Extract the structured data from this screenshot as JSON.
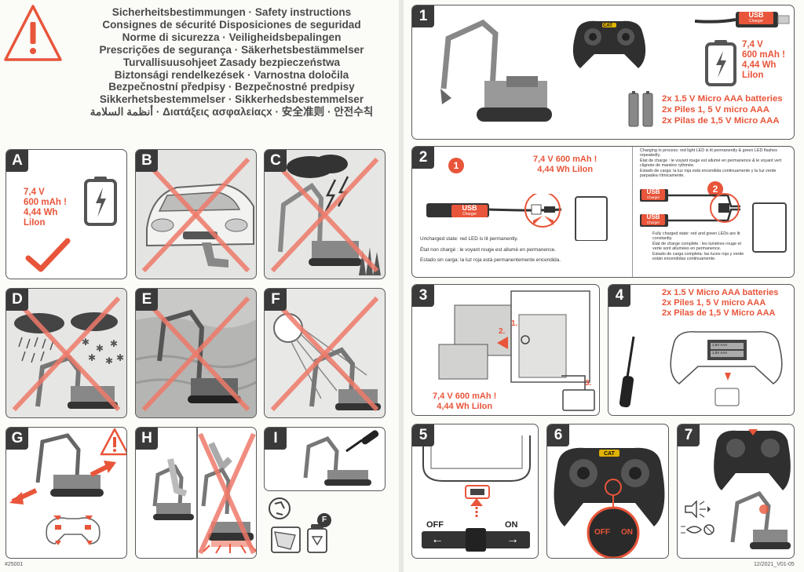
{
  "title_lines": [
    "Sicherheitsbestimmungen · Safety instructions",
    "Consignes de sécurité Disposiciones de seguridad",
    "Norme di sicurezza · Veiligheidsbepalingen",
    "Prescrições de segurança · Säkerhetsbestämmelser",
    "Turvallisuusohjeet Zasady bezpieczeństwa",
    "Biztonsági rendelkezések · Varnostna določila",
    "Bezpečnostní předpisy · Bezpečnostné predpisy",
    "Sikkerhetsbestemmelser · Sikkerhedsbestemmelser",
    "أنظمة السلامة · Διατάξεις ασφαλείαςx · 安全准则 · 안전수칙"
  ],
  "left_panels": [
    "A",
    "B",
    "C",
    "D",
    "E",
    "F",
    "G",
    "H",
    "I"
  ],
  "right_steps": [
    "1",
    "2",
    "3",
    "4",
    "5",
    "6",
    "7"
  ],
  "battery_spec": {
    "line1": "7,4 V",
    "line2": "600 mAh !",
    "line3": "4,44 Wh",
    "line4": "LiIon"
  },
  "battery_spec_1": {
    "line1": "7,4 V",
    "line2": "600 mAh !",
    "line3": "4,44 Wh",
    "line4": "LiIon"
  },
  "aaa_batteries": [
    "2x 1.5 V Micro AAA batteries",
    "2x Piles 1, 5 V micro AAA",
    "2x Pilas de 1,5 V Micro AAA"
  ],
  "usb": {
    "label": "USB",
    "sub": "Charger"
  },
  "step2": {
    "spec_line1": "7,4 V  600 mAh !",
    "spec_line2": "4,44 Wh LiIon",
    "circle1": "1",
    "circle2": "2",
    "uncharged": "Uncharged state: red LED is lit permanently.",
    "uncharged_fr": "État non chargé : le voyant rouge est allumé en permanence.",
    "uncharged_es": "Estado sin carga: la luz roja está permanentemente encendida.",
    "charging": "Charging in process: red light LED is lit permanently & green LED flashes repeatedly.",
    "charging_fr": "État de charge : le voyant rouge est allumé en permanence & le voyant vert clignote de manière rythmée.",
    "charging_es": "Estado de carga: la luz roja está encendida continuamente y la luz verde parpadea rítmicamente.",
    "full": "Fully charged state: red and green LEDs are lit constantly.",
    "full_fr": "État de charge complète : les lumières rouge et verte sont allumées en permanence.",
    "full_es": "Estado de carga completa: las luces roja y verde están encendidas continuamente."
  },
  "step3": {
    "spec_line1": "7,4 V  600 mAh !",
    "spec_line2": "4,44 Wh LiIon",
    "n1": "1.",
    "n2": "2.",
    "n3": "3."
  },
  "step4_batteries": [
    "2x 1.5 V Micro AAA batteries",
    "2x Piles 1, 5 V micro AAA",
    "2x Pilas de 1,5 V Micro AAA"
  ],
  "remote_battery_label": "1.5V AAA",
  "step5": {
    "off": "OFF",
    "on": "ON",
    "arrow_left": "←",
    "arrow_right": "→"
  },
  "step6": {
    "off": "OFF",
    "on": "ON",
    "logo": "CAT"
  },
  "logo_text": "CAT",
  "recycle_letter": "F",
  "footer_left": "#25001",
  "footer_right": "12/2021_V01-05",
  "colors": {
    "accent": "#e8553a",
    "dark": "#3a3a3a",
    "panel_border": "#5a5a5a",
    "cross": "#ee7a6a"
  }
}
